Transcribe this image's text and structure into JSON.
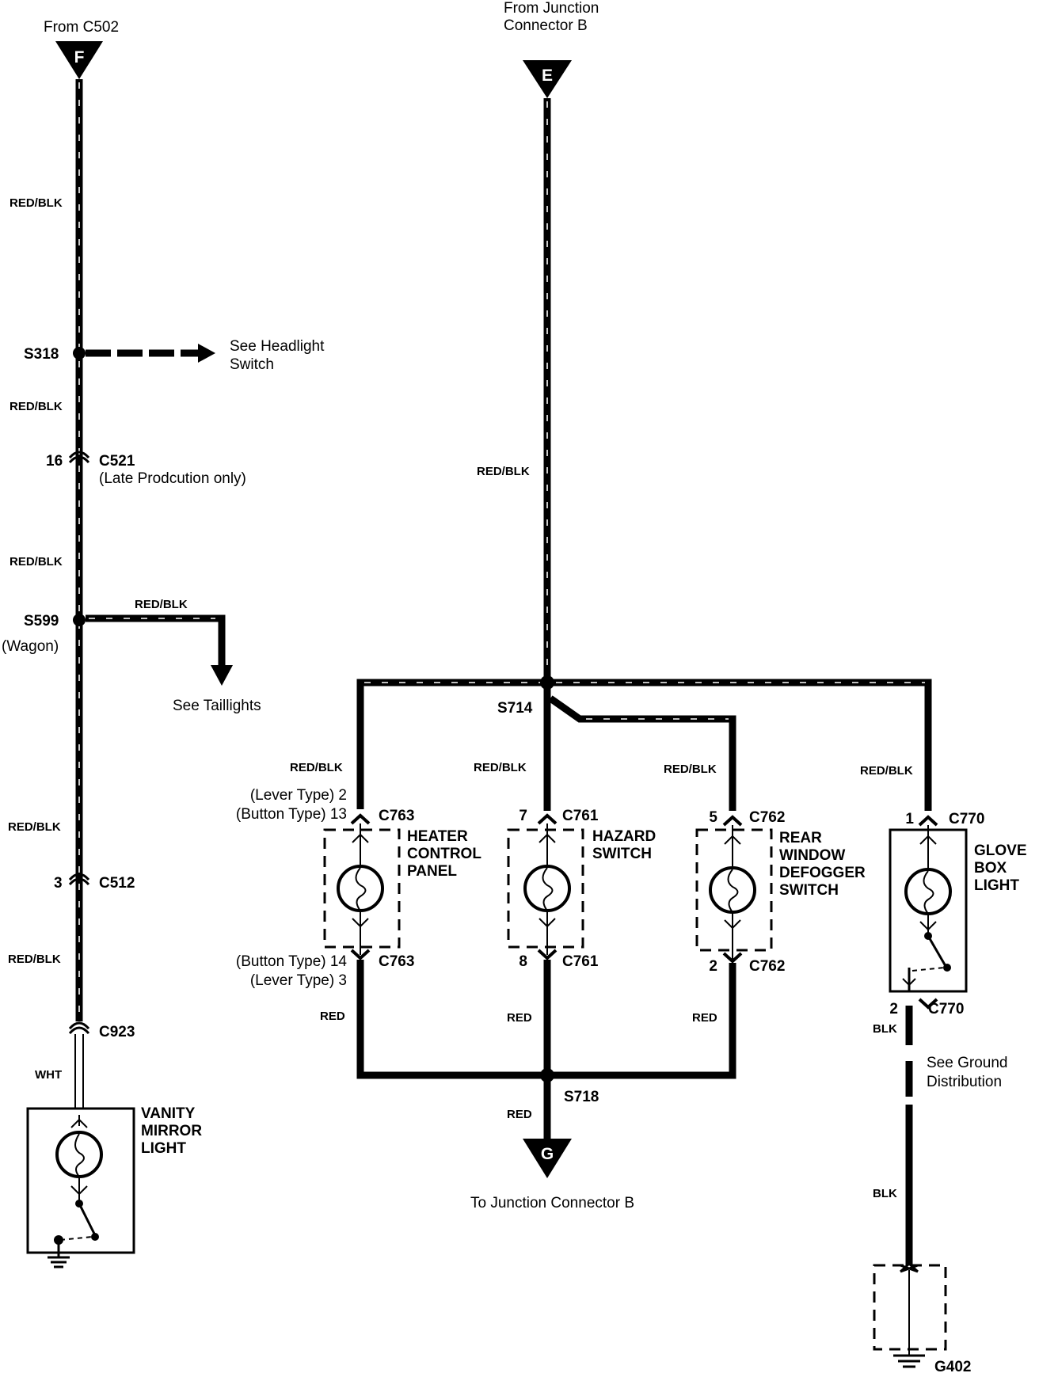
{
  "connectors_top": {
    "f": {
      "letter": "F",
      "from": "From C502"
    },
    "e": {
      "letter": "E",
      "from_line1": "From Junction",
      "from_line2": "Connector B"
    }
  },
  "connector_bottom": {
    "g": {
      "letter": "G",
      "to": "To Junction Connector B"
    }
  },
  "wire_colors": {
    "red_blk": "RED/BLK",
    "red": "RED",
    "wht": "WHT",
    "blk": "BLK"
  },
  "left_circuit": {
    "s318": "S318",
    "headlight_ref_line1": "See Headlight",
    "headlight_ref_line2": "Switch",
    "c521_pin": "16",
    "c521": "C521",
    "c521_note": "(Late Prodcution only)",
    "s599": "S599",
    "s599_note": "(Wagon)",
    "taillights_ref": "See Taillights",
    "c512_pin": "3",
    "c512": "C512",
    "c923": "C923",
    "vanity_line1": "VANITY",
    "vanity_line2": "MIRROR",
    "vanity_line3": "LIGHT"
  },
  "middle_circuit": {
    "s714": "S714",
    "s718": "S718",
    "heater": {
      "top_pin_line1": "(Lever Type) 2",
      "top_pin_line2": "(Button Type) 13",
      "connector": "C763",
      "bottom_pin_line1": "(Button Type) 14",
      "bottom_pin_line2": "(Lever Type) 3",
      "name_line1": "HEATER",
      "name_line2": "CONTROL",
      "name_line3": "PANEL"
    },
    "hazard": {
      "top_pin": "7",
      "connector": "C761",
      "bottom_pin": "8",
      "name_line1": "HAZARD",
      "name_line2": "SWITCH"
    },
    "defogger": {
      "top_pin": "5",
      "connector": "C762",
      "bottom_pin": "2",
      "name_line1": "REAR",
      "name_line2": "WINDOW",
      "name_line3": "DEFOGGER",
      "name_line4": "SWITCH"
    }
  },
  "right_circuit": {
    "glove": {
      "top_pin": "1",
      "connector": "C770",
      "bottom_pin": "2",
      "name_line1": "GLOVE",
      "name_line2": "BOX",
      "name_line3": "LIGHT"
    },
    "ground_ref_line1": "See Ground",
    "ground_ref_line2": "Distribution",
    "ground": "G402"
  }
}
